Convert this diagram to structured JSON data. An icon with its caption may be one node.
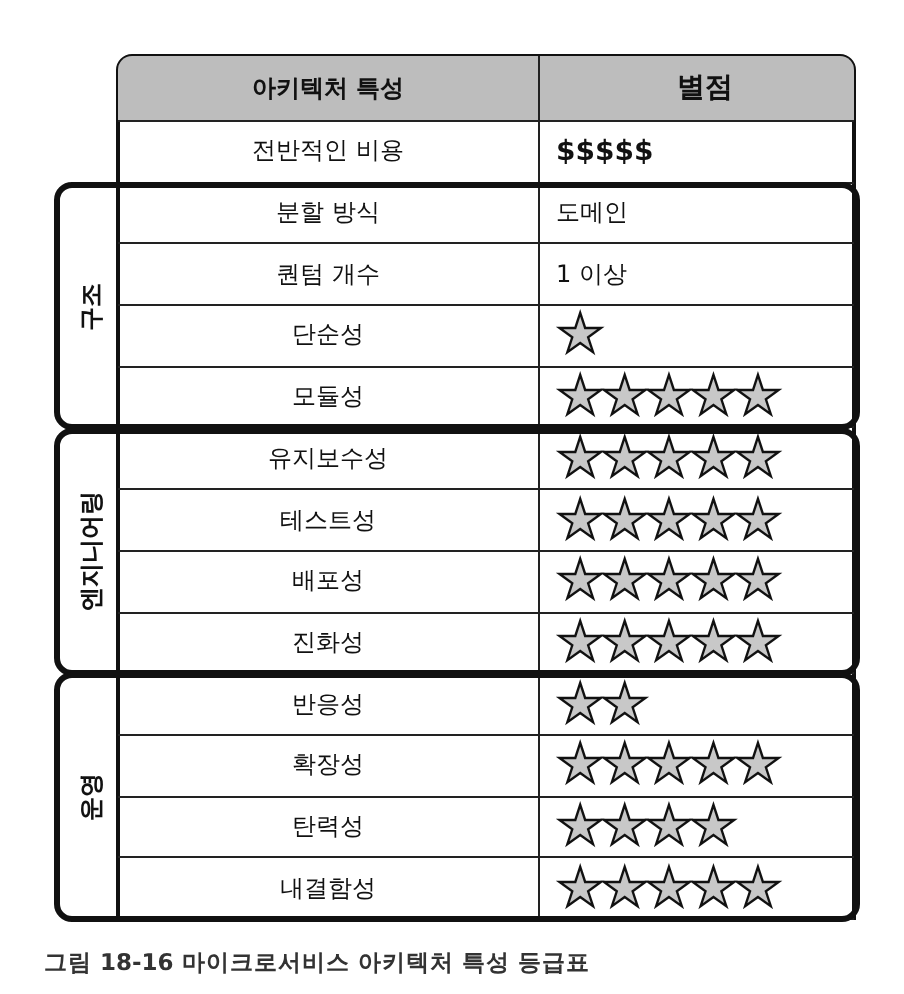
{
  "diagram": {
    "caption": "그림 18-16 마이크로서비스 아키텍처 특성 등급표",
    "nodes": [
      {
        "text": [
          "구조"
        ]
      },
      {
        "text": [
          "엔지니어링"
        ]
      },
      {
        "text": [
          "운영"
        ]
      }
    ],
    "labels": [
      "아키텍처 특성",
      "별점",
      "전반적인 비용",
      "$$$$$",
      "분할 방식",
      "도메인",
      "퀀텀 개수",
      "1 이상",
      "단순성",
      "★",
      "모듈성",
      "★★★★★",
      "유지보수성",
      "★★★★★",
      "테스트성",
      "★★★★★",
      "배포성",
      "★★★★★",
      "진화성",
      "★★★★★",
      "반응성",
      "★★",
      "확장성",
      "★★★★★",
      "탄력성",
      "★★★★",
      "내결함성",
      "★★★★★"
    ]
  }
}
